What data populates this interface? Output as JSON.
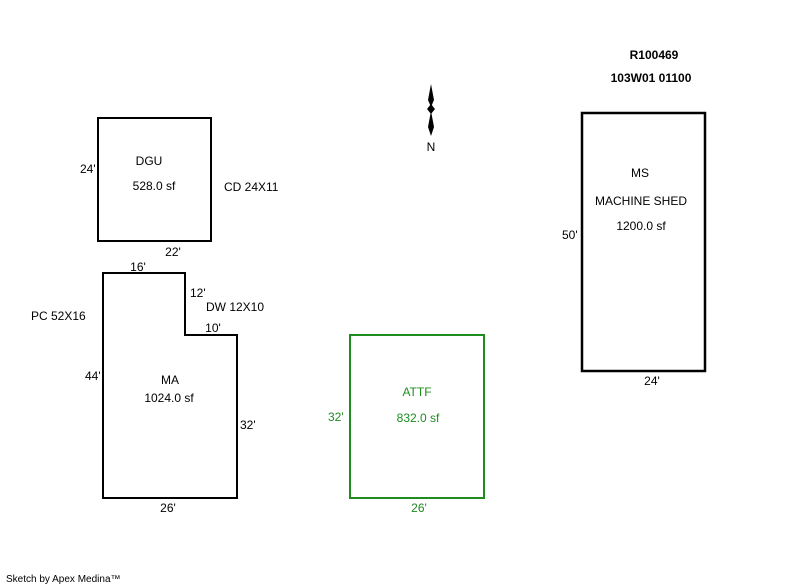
{
  "header": {
    "parcel_id": "R100469",
    "map_number": "103W01 01100"
  },
  "north_arrow": {
    "label": "N",
    "icon": "north-arrow-icon"
  },
  "colors": {
    "default_line": "#000000",
    "attf": "#1e8c1e"
  },
  "structures": {
    "dgu": {
      "code": "DGU",
      "area": "528.0 sf",
      "dim_left": "24'",
      "dim_bottom": "22'",
      "attached_note": "CD 24X11"
    },
    "ma": {
      "code": "MA",
      "area": "1024.0 sf",
      "dim_top": "16'",
      "dim_notch_vertical": "12'",
      "dim_notch_horizontal": "10'",
      "dim_left": "44'",
      "dim_right": "32'",
      "dim_bottom": "26'",
      "note_left": "PC 52X16",
      "note_notch": "DW 12X10"
    },
    "attf": {
      "code": "ATTF",
      "area": "832.0 sf",
      "dim_left": "32'",
      "dim_bottom": "26'"
    },
    "ms": {
      "code": "MS",
      "description": "MACHINE SHED",
      "area": "1200.0 sf",
      "dim_left": "50'",
      "dim_bottom": "24'"
    }
  },
  "footer": {
    "credit": "Sketch by Apex Medina™"
  }
}
